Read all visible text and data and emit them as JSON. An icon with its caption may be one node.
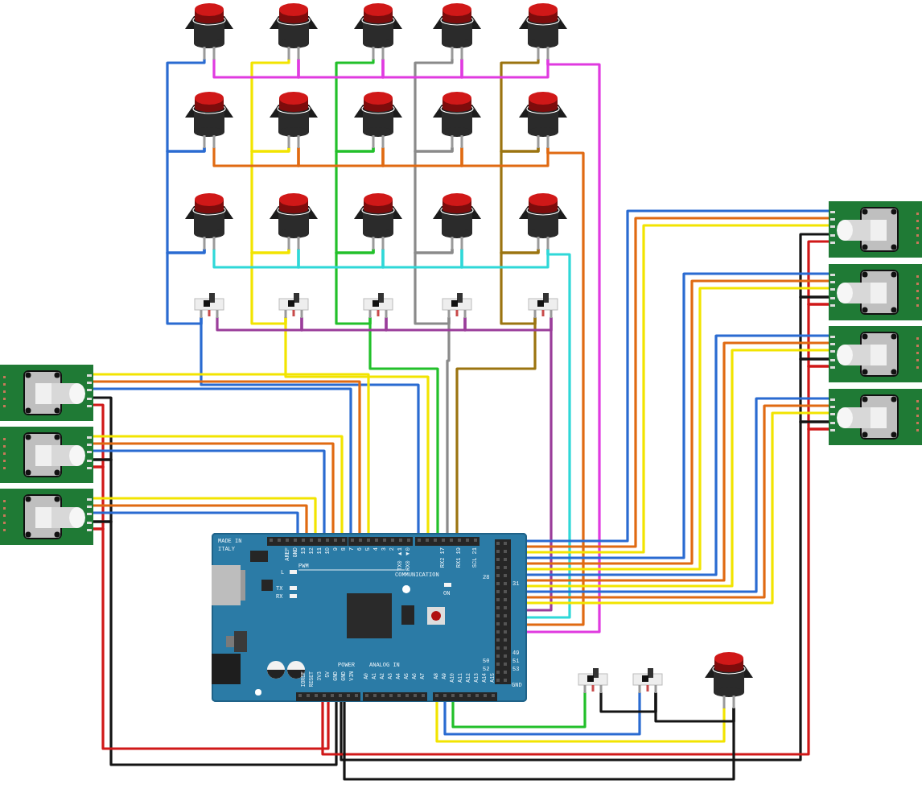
{
  "diagram": {
    "nodes": [
      {
        "text": [],
        "shape": "picture"
      },
      {
        "text": [],
        "shape": "picture"
      },
      {
        "text": [],
        "shape": "picture"
      },
      {
        "text": [],
        "shape": "picture"
      },
      {
        "text": [],
        "shape": "picture"
      },
      {
        "text": [],
        "shape": "picture"
      },
      {
        "text": [],
        "shape": "picture"
      },
      {
        "text": [],
        "shape": "picture"
      },
      {
        "text": [],
        "shape": "picture"
      },
      {
        "text": [],
        "shape": "picture"
      },
      {
        "text": [],
        "shape": "picture"
      },
      {
        "text": [],
        "shape": "picture"
      },
      {
        "text": [],
        "shape": "picture"
      },
      {
        "text": [],
        "shape": "picture"
      },
      {
        "text": [],
        "shape": "picture"
      },
      {
        "text": [],
        "shape": "picture"
      },
      {
        "text": [],
        "shape": "picture"
      },
      {
        "text": [],
        "shape": "picture"
      },
      {
        "text": [],
        "shape": "picture"
      },
      {
        "text": [],
        "shape": "picture"
      },
      {
        "text": [],
        "shape": "picture"
      },
      {
        "text": [],
        "shape": "picture"
      },
      {
        "text": [],
        "shape": "picture"
      },
      {
        "text": [],
        "shape": "picture"
      },
      {
        "text": [],
        "shape": "picture"
      },
      {
        "text": [],
        "shape": "picture"
      },
      {
        "text": [],
        "shape": "picture"
      },
      {
        "text": [
          "MADE IN ITALY",
          "AREF",
          "GND",
          "13",
          "12",
          "11",
          "10",
          "9",
          "8",
          "7",
          "6",
          "5",
          "4",
          "3",
          "2",
          "TX0 ▶1",
          "RX0 ◀0",
          "RX2 17",
          "RX1 19",
          "SCL 21",
          "PWM",
          "L",
          "TX",
          "RX",
          "COMMUNICATION",
          "ON",
          "28",
          "31",
          "49",
          "50",
          "51",
          "52",
          "53",
          "GND",
          "POWER",
          "IOREF",
          "RESET",
          "3V3",
          "5V",
          "GND",
          "GND",
          "VIN",
          "ANALOG IN",
          "A0",
          "A1",
          "A2",
          "A3",
          "A4",
          "A5",
          "A6",
          "A7",
          "A8",
          "A9",
          "A10",
          "A11",
          "A12",
          "A13",
          "A14",
          "A15"
        ]
      },
      {
        "text": [],
        "shape": "picture"
      },
      {
        "text": [],
        "shape": "picture"
      },
      {
        "text": [],
        "shape": "picture"
      }
    ],
    "edges": [
      {
        "from": 0,
        "to": 5,
        "arrow": "none",
        "color": "#2a6bd1"
      },
      {
        "from": 5,
        "to": 10,
        "arrow": "none",
        "color": "#2a6bd1"
      },
      {
        "from": 10,
        "to": 15,
        "arrow": "none",
        "color": "#2a6bd1"
      },
      {
        "from": 15,
        "to": 27,
        "arrow": "none",
        "color": "#2a6bd1"
      },
      {
        "from": 1,
        "to": 6,
        "arrow": "none",
        "color": "#f2e400"
      },
      {
        "from": 6,
        "to": 11,
        "arrow": "none",
        "color": "#f2e400"
      },
      {
        "from": 11,
        "to": 16,
        "arrow": "none",
        "color": "#f2e400"
      },
      {
        "from": 16,
        "to": 27,
        "arrow": "none",
        "color": "#f2e400"
      },
      {
        "from": 2,
        "to": 7,
        "arrow": "none",
        "color": "#22c02a"
      },
      {
        "from": 7,
        "to": 12,
        "arrow": "none",
        "color": "#22c02a"
      },
      {
        "from": 12,
        "to": 17,
        "arrow": "none",
        "color": "#22c02a"
      },
      {
        "from": 17,
        "to": 27,
        "arrow": "none",
        "color": "#22c02a"
      },
      {
        "from": 3,
        "to": 8,
        "arrow": "none",
        "color": "#8a8a8a"
      },
      {
        "from": 8,
        "to": 13,
        "arrow": "none",
        "color": "#8a8a8a"
      },
      {
        "from": 13,
        "to": 18,
        "arrow": "none",
        "color": "#8a8a8a"
      },
      {
        "from": 18,
        "to": 27,
        "arrow": "none",
        "color": "#8a8a8a"
      },
      {
        "from": 4,
        "to": 9,
        "arrow": "none",
        "color": "#9b7410"
      },
      {
        "from": 9,
        "to": 14,
        "arrow": "none",
        "color": "#9b7410"
      },
      {
        "from": 14,
        "to": 19,
        "arrow": "none",
        "color": "#9b7410"
      },
      {
        "from": 19,
        "to": 27,
        "arrow": "none",
        "color": "#9b7410"
      },
      {
        "from": 0,
        "to": 1,
        "arrow": "none",
        "color": "#e03ae0"
      },
      {
        "from": 1,
        "to": 2,
        "arrow": "none",
        "color": "#e03ae0"
      },
      {
        "from": 2,
        "to": 3,
        "arrow": "none",
        "color": "#e03ae0"
      },
      {
        "from": 3,
        "to": 4,
        "arrow": "none",
        "color": "#e03ae0"
      },
      {
        "from": 4,
        "to": 27,
        "arrow": "none",
        "color": "#e03ae0"
      },
      {
        "from": 5,
        "to": 6,
        "arrow": "none",
        "color": "#e06a12"
      },
      {
        "from": 6,
        "to": 7,
        "arrow": "none",
        "color": "#e06a12"
      },
      {
        "from": 7,
        "to": 8,
        "arrow": "none",
        "color": "#e06a12"
      },
      {
        "from": 8,
        "to": 9,
        "arrow": "none",
        "color": "#e06a12"
      },
      {
        "from": 9,
        "to": 27,
        "arrow": "none",
        "color": "#e06a12"
      },
      {
        "from": 10,
        "to": 11,
        "arrow": "none",
        "color": "#2fd8d8"
      },
      {
        "from": 11,
        "to": 12,
        "arrow": "none",
        "color": "#2fd8d8"
      },
      {
        "from": 12,
        "to": 13,
        "arrow": "none",
        "color": "#2fd8d8"
      },
      {
        "from": 13,
        "to": 14,
        "arrow": "none",
        "color": "#2fd8d8"
      },
      {
        "from": 14,
        "to": 27,
        "arrow": "none",
        "color": "#2fd8d8"
      },
      {
        "from": 15,
        "to": 16,
        "arrow": "none",
        "color": "#9a3d9a"
      },
      {
        "from": 16,
        "to": 17,
        "arrow": "none",
        "color": "#9a3d9a"
      },
      {
        "from": 17,
        "to": 18,
        "arrow": "none",
        "color": "#9a3d9a"
      },
      {
        "from": 18,
        "to": 19,
        "arrow": "none",
        "color": "#9a3d9a"
      },
      {
        "from": 19,
        "to": 27,
        "arrow": "none",
        "color": "#9a3d9a"
      },
      {
        "from": 20,
        "to": 27,
        "arrow": "none",
        "color": "#f2e400"
      },
      {
        "from": 20,
        "to": 27,
        "arrow": "none",
        "color": "#e06a12"
      },
      {
        "from": 20,
        "to": 27,
        "arrow": "none",
        "color": "#2a6bd1"
      },
      {
        "from": 20,
        "to": 21,
        "arrow": "none",
        "color": "#141414"
      },
      {
        "from": 20,
        "to": 21,
        "arrow": "none",
        "color": "#d01818"
      },
      {
        "from": 21,
        "to": 27,
        "arrow": "none",
        "color": "#f2e400"
      },
      {
        "from": 21,
        "to": 27,
        "arrow": "none",
        "color": "#e06a12"
      },
      {
        "from": 21,
        "to": 27,
        "arrow": "none",
        "color": "#2a6bd1"
      },
      {
        "from": 21,
        "to": 22,
        "arrow": "none",
        "color": "#141414"
      },
      {
        "from": 21,
        "to": 22,
        "arrow": "none",
        "color": "#d01818"
      },
      {
        "from": 22,
        "to": 27,
        "arrow": "none",
        "color": "#f2e400"
      },
      {
        "from": 22,
        "to": 27,
        "arrow": "none",
        "color": "#e06a12"
      },
      {
        "from": 22,
        "to": 27,
        "arrow": "none",
        "color": "#2a6bd1"
      },
      {
        "from": 22,
        "to": 27,
        "arrow": "none",
        "color": "#141414"
      },
      {
        "from": 22,
        "to": 27,
        "arrow": "none",
        "color": "#d01818"
      },
      {
        "from": 23,
        "to": 27,
        "arrow": "none",
        "color": "#2a6bd1"
      },
      {
        "from": 23,
        "to": 27,
        "arrow": "none",
        "color": "#e06a12"
      },
      {
        "from": 23,
        "to": 27,
        "arrow": "none",
        "color": "#f2e400"
      },
      {
        "from": 23,
        "to": 24,
        "arrow": "none",
        "color": "#141414"
      },
      {
        "from": 23,
        "to": 24,
        "arrow": "none",
        "color": "#d01818"
      },
      {
        "from": 24,
        "to": 27,
        "arrow": "none",
        "color": "#2a6bd1"
      },
      {
        "from": 24,
        "to": 27,
        "arrow": "none",
        "color": "#e06a12"
      },
      {
        "from": 24,
        "to": 27,
        "arrow": "none",
        "color": "#f2e400"
      },
      {
        "from": 24,
        "to": 25,
        "arrow": "none",
        "color": "#141414"
      },
      {
        "from": 24,
        "to": 25,
        "arrow": "none",
        "color": "#d01818"
      },
      {
        "from": 25,
        "to": 27,
        "arrow": "none",
        "color": "#2a6bd1"
      },
      {
        "from": 25,
        "to": 27,
        "arrow": "none",
        "color": "#e06a12"
      },
      {
        "from": 25,
        "to": 27,
        "arrow": "none",
        "color": "#f2e400"
      },
      {
        "from": 25,
        "to": 26,
        "arrow": "none",
        "color": "#141414"
      },
      {
        "from": 25,
        "to": 26,
        "arrow": "none",
        "color": "#d01818"
      },
      {
        "from": 26,
        "to": 27,
        "arrow": "none",
        "color": "#2a6bd1"
      },
      {
        "from": 26,
        "to": 27,
        "arrow": "none",
        "color": "#e06a12"
      },
      {
        "from": 26,
        "to": 27,
        "arrow": "none",
        "color": "#f2e400"
      },
      {
        "from": 26,
        "to": 27,
        "arrow": "none",
        "color": "#141414"
      },
      {
        "from": 26,
        "to": 27,
        "arrow": "none",
        "color": "#d01818"
      },
      {
        "from": 28,
        "to": 27,
        "arrow": "none",
        "color": "#22c02a"
      },
      {
        "from": 29,
        "to": 27,
        "arrow": "none",
        "color": "#2a6bd1"
      },
      {
        "from": 30,
        "to": 27,
        "arrow": "none",
        "color": "#f2e400"
      },
      {
        "from": 28,
        "to": 29,
        "arrow": "none",
        "color": "#141414"
      },
      {
        "from": 29,
        "to": 30,
        "arrow": "none",
        "color": "#141414"
      },
      {
        "from": 30,
        "to": 27,
        "arrow": "none",
        "color": "#141414"
      }
    ]
  }
}
